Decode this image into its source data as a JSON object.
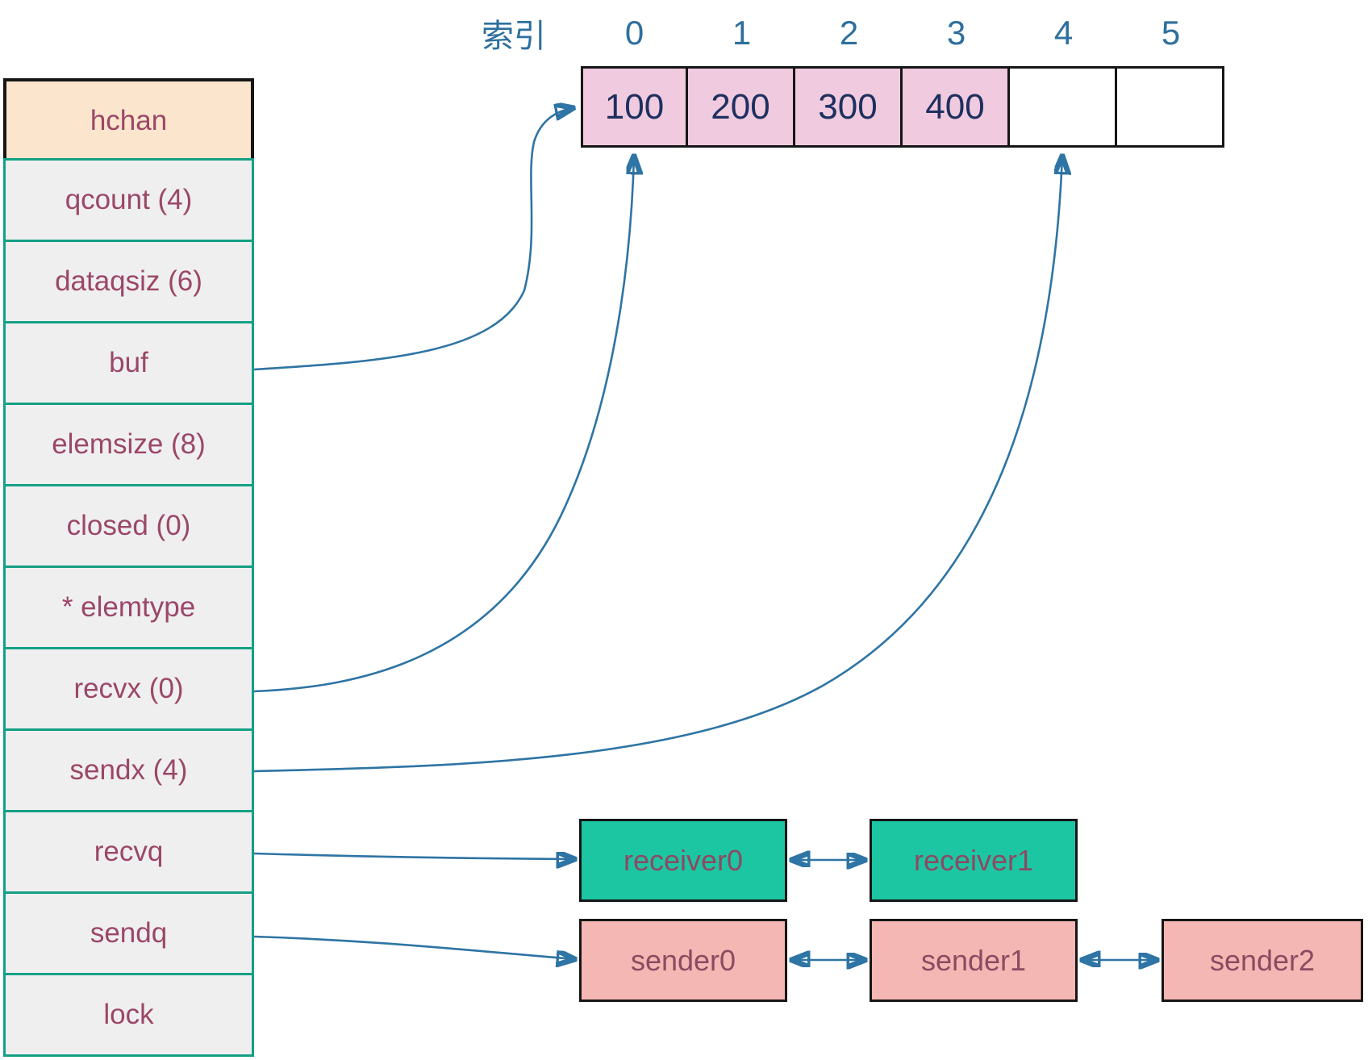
{
  "hchan": {
    "rows": [
      "hchan",
      "qcount (4)",
      "dataqsiz (6)",
      "buf",
      "elemsize (8)",
      "closed (0)",
      "* elemtype",
      "recvx (0)",
      "sendx (4)",
      "recvq",
      "sendq",
      "lock"
    ]
  },
  "buffer": {
    "index_label": "索引",
    "indices": [
      "0",
      "1",
      "2",
      "3",
      "4",
      "5"
    ],
    "cells": [
      "100",
      "200",
      "300",
      "400",
      "",
      ""
    ]
  },
  "recvq": [
    "receiver0",
    "receiver1"
  ],
  "sendq": [
    "sender0",
    "sender1",
    "sender2"
  ],
  "arrows": [
    {
      "from": "buf",
      "to": "buffer cell 0 left edge",
      "bidirectional": false
    },
    {
      "from": "recvx (0)",
      "to": "buffer cell 0 bottom",
      "bidirectional": false
    },
    {
      "from": "sendx (4)",
      "to": "buffer cell 4 bottom",
      "bidirectional": false
    },
    {
      "from": "recvq",
      "to": "receiver0",
      "bidirectional": false
    },
    {
      "from": "sendq",
      "to": "sender0",
      "bidirectional": false
    },
    {
      "from": "receiver0",
      "to": "receiver1",
      "bidirectional": true
    },
    {
      "from": "sender0",
      "to": "sender1",
      "bidirectional": true
    },
    {
      "from": "sender1",
      "to": "sender2",
      "bidirectional": true
    }
  ],
  "colors": {
    "header_fill": "#fbe5cc",
    "row_fill": "#efefef",
    "table_border_teal": "#14a085",
    "struct_text": "#9b4768",
    "buffer_filled_fill": "#f0cade",
    "buffer_value_text": "#1d3060",
    "index_text": "#2d6f9e",
    "receiver_fill": "#1dc6a3",
    "sender_fill": "#f5b7b3",
    "node_text": "#8c4a62",
    "node_border": "#161616",
    "arrow": "#2e74a4"
  }
}
